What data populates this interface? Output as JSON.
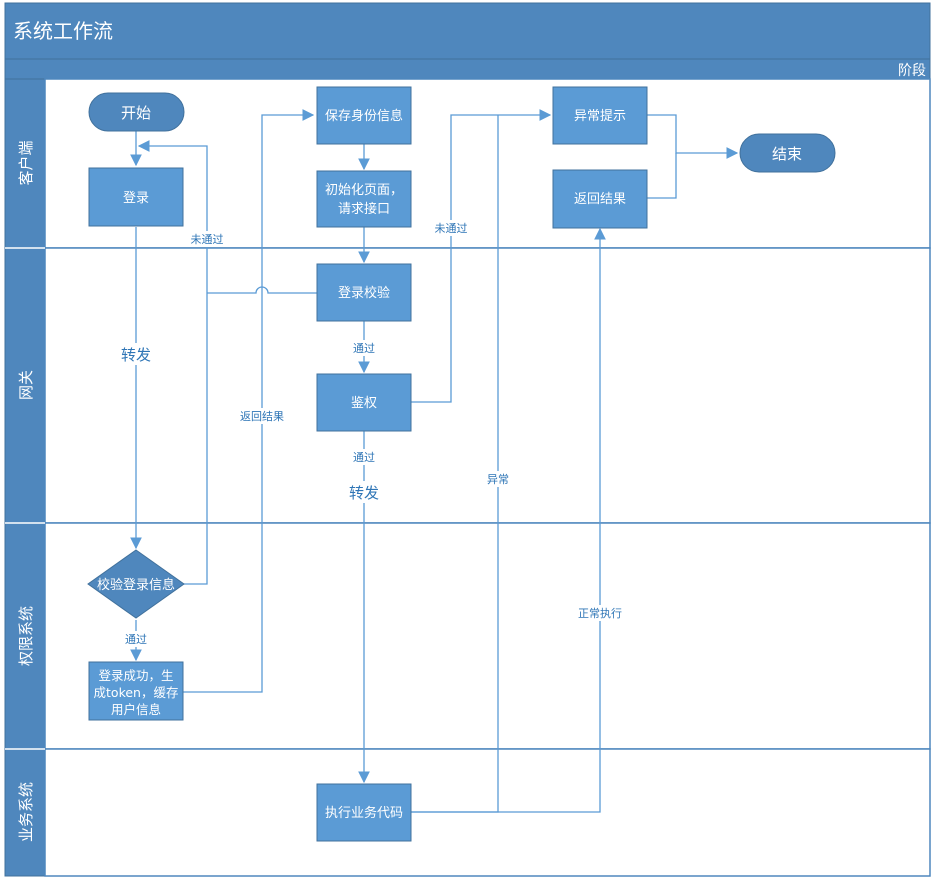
{
  "header": {
    "title": "系统工作流",
    "phase_label": "阶段"
  },
  "lanes": [
    {
      "id": "client",
      "label": "客户端"
    },
    {
      "id": "gateway",
      "label": "网关"
    },
    {
      "id": "auth",
      "label": "权限系统"
    },
    {
      "id": "business",
      "label": "业务系统"
    }
  ],
  "nodes": {
    "start": "开始",
    "login": "登录",
    "save_identity": "保存身份信息",
    "init_page_line1": "初始化页面，",
    "init_page_line2": "请求接口",
    "error_prompt": "异常提示",
    "return_result": "返回结果",
    "end": "结束",
    "login_check": "登录校验",
    "authz": "鉴权",
    "verify_login": "校验登录信息",
    "login_success_line1": "登录成功，生",
    "login_success_line2": "成token，缓存",
    "login_success_line3": "用户信息",
    "execute_business": "执行业务代码"
  },
  "edge_labels": {
    "forward_1": "转发",
    "forward_2": "转发",
    "not_passed_1": "未通过",
    "not_passed_2": "未通过",
    "passed_1": "通过",
    "passed_2": "通过",
    "passed_3": "通过",
    "return_result": "返回结果",
    "exception": "异常",
    "normal_exec": "正常执行"
  },
  "colors": {
    "header_fill": "#4f87bd",
    "node_fill": "#5b9bd5",
    "node_stroke": "#41719c",
    "line": "#5b9bd5",
    "label_text": "#2e75b6",
    "white": "#ffffff"
  }
}
